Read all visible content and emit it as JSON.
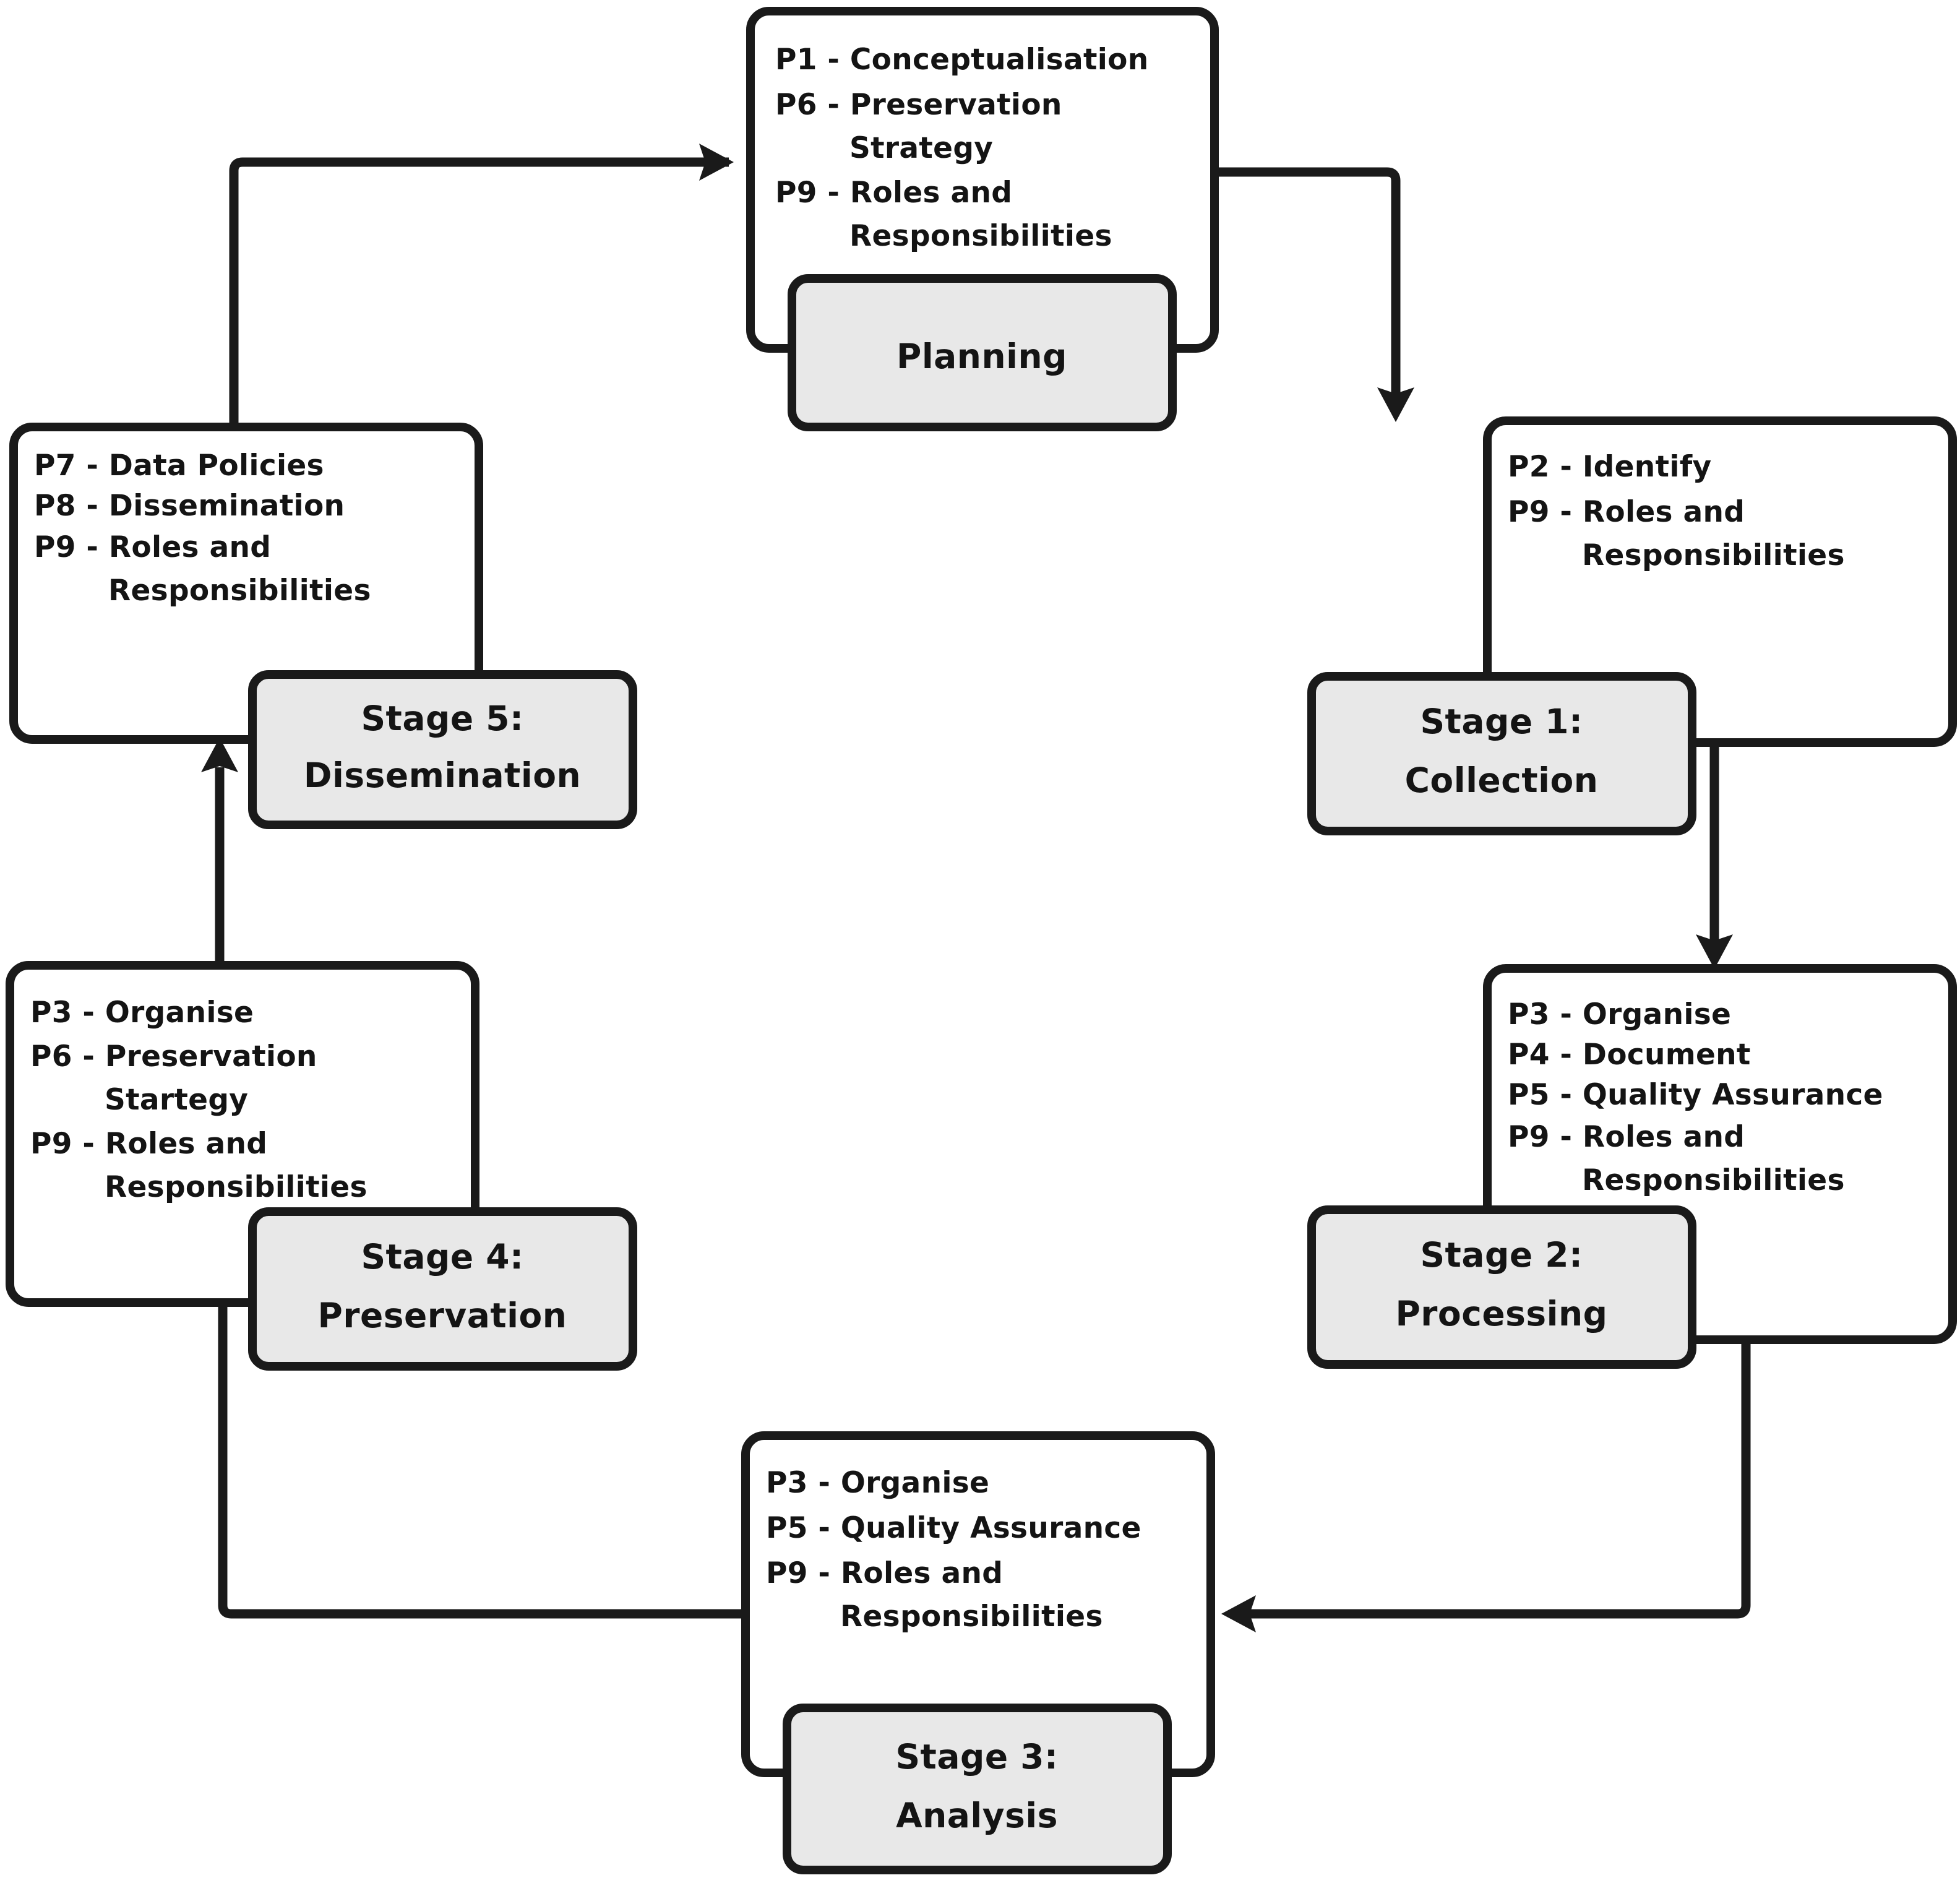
{
  "diagram": {
    "title": "Research Data Lifecycle with Policy Mapping",
    "type": "cycle-flowchart",
    "colors": {
      "stage_fill": "#e8e8e8",
      "card_fill": "#ffffff",
      "stroke": "#1a1a1a",
      "text": "#141414",
      "background": "#ffffff"
    },
    "nodes": [
      {
        "id": "planning",
        "stage_label_line1": "Planning",
        "stage_label_line2": "",
        "items": [
          {
            "code": "P1",
            "dash": "-",
            "name": "Conceptualisation",
            "name2": ""
          },
          {
            "code": "P6",
            "dash": "-",
            "name": "Preservation",
            "name2": "Strategy"
          },
          {
            "code": "P9",
            "dash": "-",
            "name": "Roles and",
            "name2": "Responsibilities"
          }
        ]
      },
      {
        "id": "stage1",
        "stage_label_line1": "Stage 1:",
        "stage_label_line2": "Collection",
        "items": [
          {
            "code": "P2",
            "dash": "-",
            "name": "Identify",
            "name2": ""
          },
          {
            "code": "P9",
            "dash": "-",
            "name": "Roles and",
            "name2": "Responsibilities"
          }
        ]
      },
      {
        "id": "stage2",
        "stage_label_line1": "Stage 2:",
        "stage_label_line2": "Processing",
        "items": [
          {
            "code": "P3",
            "dash": "-",
            "name": "Organise",
            "name2": ""
          },
          {
            "code": "P4",
            "dash": "-",
            "name": "Document",
            "name2": ""
          },
          {
            "code": "P5",
            "dash": "-",
            "name": "Quality Assurance",
            "name2": ""
          },
          {
            "code": "P9",
            "dash": "-",
            "name": "Roles and",
            "name2": "Responsibilities"
          }
        ]
      },
      {
        "id": "stage3",
        "stage_label_line1": "Stage 3:",
        "stage_label_line2": "Analysis",
        "items": [
          {
            "code": "P3",
            "dash": "-",
            "name": "Organise",
            "name2": ""
          },
          {
            "code": "P5",
            "dash": "-",
            "name": "Quality Assurance",
            "name2": ""
          },
          {
            "code": "P9",
            "dash": "-",
            "name": "Roles and",
            "name2": "Responsibilities"
          }
        ]
      },
      {
        "id": "stage4",
        "stage_label_line1": "Stage 4:",
        "stage_label_line2": "Preservation",
        "items": [
          {
            "code": "P3",
            "dash": "-",
            "name": "Organise",
            "name2": ""
          },
          {
            "code": "P6",
            "dash": "-",
            "name": "Preservation",
            "name2": "Startegy"
          },
          {
            "code": "P9",
            "dash": "-",
            "name": "Roles and",
            "name2": "Responsibilities"
          }
        ]
      },
      {
        "id": "stage5",
        "stage_label_line1": "Stage 5:",
        "stage_label_line2": "Dissemination",
        "items": [
          {
            "code": "P7",
            "dash": "-",
            "name": "Data Policies",
            "name2": ""
          },
          {
            "code": "P8",
            "dash": "-",
            "name": "Dissemination",
            "name2": ""
          },
          {
            "code": "P9",
            "dash": "-",
            "name": "Roles and",
            "name2": "Responsibilities"
          }
        ]
      }
    ],
    "edges": [
      {
        "from": "planning",
        "to": "stage1"
      },
      {
        "from": "stage1",
        "to": "stage2"
      },
      {
        "from": "stage2",
        "to": "stage3"
      },
      {
        "from": "stage3",
        "to": "stage4"
      },
      {
        "from": "stage4",
        "to": "stage5"
      },
      {
        "from": "stage5",
        "to": "planning"
      }
    ]
  },
  "text": {
    "planning": {
      "stage1": "Planning",
      "stage2": "",
      "i0a": "P1 - Conceptualisation",
      "i1a": "P6 - Preservation",
      "i1b": "Strategy",
      "i2a": "P9 - Roles and",
      "i2b": "Responsibilities"
    },
    "stage1": {
      "stage1": "Stage 1:",
      "stage2": "Collection",
      "i0a": "P2 - Identify",
      "i1a": "P9 - Roles and",
      "i1b": "Responsibilities"
    },
    "stage2": {
      "stage1": "Stage 2:",
      "stage2": "Processing",
      "i0a": "P3 - Organise",
      "i1a": "P4 - Document",
      "i2a": "P5 - Quality Assurance",
      "i3a": "P9 - Roles and",
      "i3b": "Responsibilities"
    },
    "stage3": {
      "stage1": "Stage 3:",
      "stage2": "Analysis",
      "i0a": "P3 - Organise",
      "i1a": "P5 - Quality Assurance",
      "i2a": "P9 - Roles and",
      "i2b": "Responsibilities"
    },
    "stage4": {
      "stage1": "Stage 4:",
      "stage2": "Preservation",
      "i0a": "P3 - Organise",
      "i1a": "P6 - Preservation",
      "i1b": "Startegy",
      "i2a": "P9 - Roles and",
      "i2b": "Responsibilities"
    },
    "stage5": {
      "stage1": "Stage 5:",
      "stage2": "Dissemination",
      "i0a": "P7 - Data Policies",
      "i1a": "P8 - Dissemination",
      "i2a": "P9 - Roles and",
      "i2b": "Responsibilities"
    }
  }
}
